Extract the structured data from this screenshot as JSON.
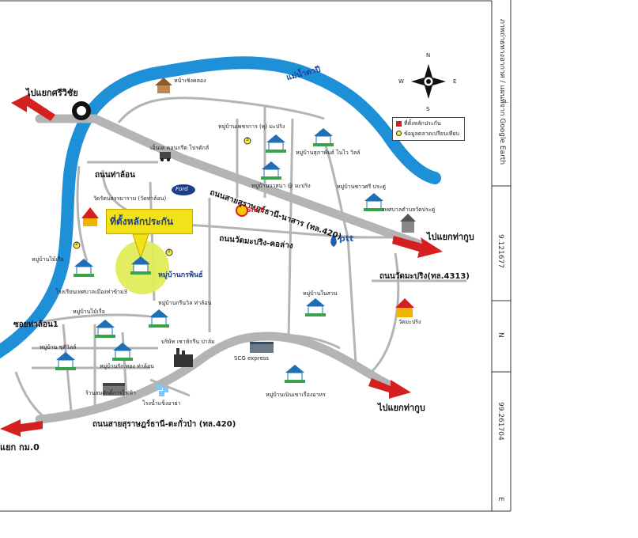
{
  "map": {
    "river_label": "แม่น้ำตาปี",
    "destinations": {
      "north_west": "ไปแยกศรีวิชัย",
      "east_upper": "ไปแยกท่ากูบ",
      "east_lower": "ไปแยกท่ากูบ",
      "south_west": "แยก กม.0"
    },
    "roads": {
      "thalon": "ถนนท่าล้อน",
      "highway_upper": "ถนนสายสุราษฎร์ธานี-นาสาร (ทล.420)",
      "wat_maprang_kolang": "ถนนวัดมะปริง-คอล่าง",
      "wat_maprang_4313": "ถนนวัดมะปริง(ทล.4313)",
      "soi_thalon1": "ซอยท่าล้อน1",
      "highway_lower": "ถนนสายสุราษฎร์ธานี-ตะกั่วป่า (ทล.420)"
    },
    "places": {
      "ban_laem": "หน้าเชิงคลอง",
      "nolan": "เอ็นเค คอนกรีต โปรดักส์",
      "village_phetchakan": "หมู่บ้านเพชรการ (ทุ) มะปริง",
      "village_kao_lang": "หมู่บ้านสุภาพันธ์ ไนไว วิลล์",
      "village_wasana": "หมู่บ้านวาสนา @ มะปริง",
      "village_charoen": "หมู่บ้านชาวศรี ประตู่",
      "tesaban": "เทศบาลตำบลวัดประดู่",
      "wat_thammaram": "วัดรัตนธรรมาราม (วัดท่าล้อน)",
      "village_left": "หมู่บ้านไม้เรือ",
      "school": "โรงเรียนเทศบาลเมืองท่าข้าม3",
      "village_maisue": "หมู่บ้านไม้เรื่อ",
      "village_green": "หมู่บ้านกรีนวิล ท่าล้อน",
      "village_chuwit": "หมู่บ้าน ชุติวิลล์",
      "village_sampan": "หมู่บ้านรัก.ทอง ท่าล้อน",
      "company": "บริษัท เซาท์กรีน ปาล์ม",
      "scg": "SCG express",
      "village_nai_suan": "หมู่บ้านในสวน",
      "wat_maprang": "วัดมะปริง",
      "village_nern": "หมู่บ้านเนินเขาเรื่องอาหร",
      "shop": "ร้านสมศักดิ์การไฟฟ้า",
      "ice_factory": "โรงน้ำแข็งอาย่า",
      "project": "หมู่บ้านกรพินธ์",
      "shell": "Shell",
      "ptt": "ptt",
      "ford": "Ford"
    },
    "callout": "ที่ตั้งหลักประกัน",
    "legend": {
      "item1": "ที่ตั้งหลักประกัน",
      "item2": "ข้อมูลตลาดเปรียบเทียบ"
    },
    "compass": {
      "n": "N",
      "s": "S",
      "e": "E",
      "w": "W"
    },
    "markers": {
      "one": "1",
      "two": "2",
      "three": "3"
    },
    "sidebar": {
      "source": "ภาพถ่ายทางอากาศ / แผนที่จาก Google Earth",
      "lat": "9.121677",
      "lat_dir": "N",
      "lon": "99.261704",
      "lon_dir": "E"
    },
    "colors": {
      "river": "#1e90d8",
      "road": "#b4b4b4",
      "arrow": "#d62020",
      "callout": "#f2e21a",
      "site": "#e2ec5a"
    }
  }
}
